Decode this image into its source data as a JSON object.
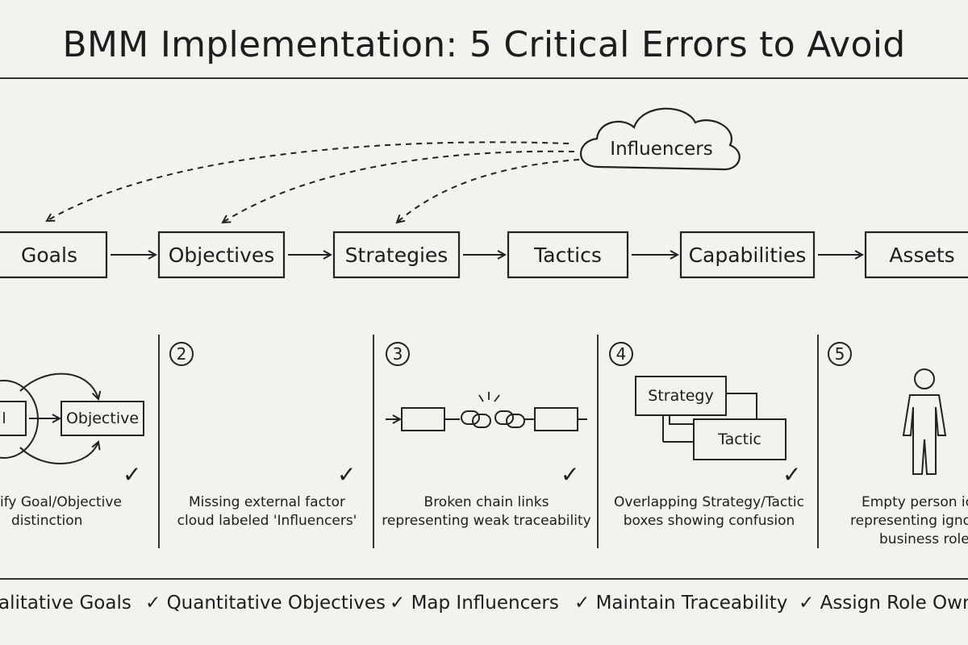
{
  "title": "BMM Implementation: 5 Critical Errors to Avoid",
  "chain": [
    "Goals",
    "Objectives",
    "Strategies",
    "Tactics",
    "Capabilities",
    "Assets"
  ],
  "influencers_label": "Influencers",
  "panels": [
    {
      "number": "",
      "caption": [
        "ify Goal/Objective",
        "distinction"
      ],
      "left_label": "l",
      "right_label": "Objective"
    },
    {
      "number": "2",
      "caption": [
        "Missing external factor",
        "cloud labeled 'Influencers'"
      ]
    },
    {
      "number": "3",
      "caption": [
        "Broken chain links",
        "representing weak traceability"
      ]
    },
    {
      "number": "4",
      "caption": [
        "Overlapping Strategy/Tactic",
        "boxes showing confusion"
      ],
      "box1": "Strategy",
      "box2": "Tactic"
    },
    {
      "number": "5",
      "caption": [
        "Empty person ic",
        "representing igno",
        "business roles"
      ]
    }
  ],
  "check_mark": "✓",
  "footer": [
    "alitative Goals",
    "✓ Quantitative Objectives",
    "✓ Map Influencers",
    "✓ Maintain Traceability",
    "✓ Assign Role Owne"
  ]
}
